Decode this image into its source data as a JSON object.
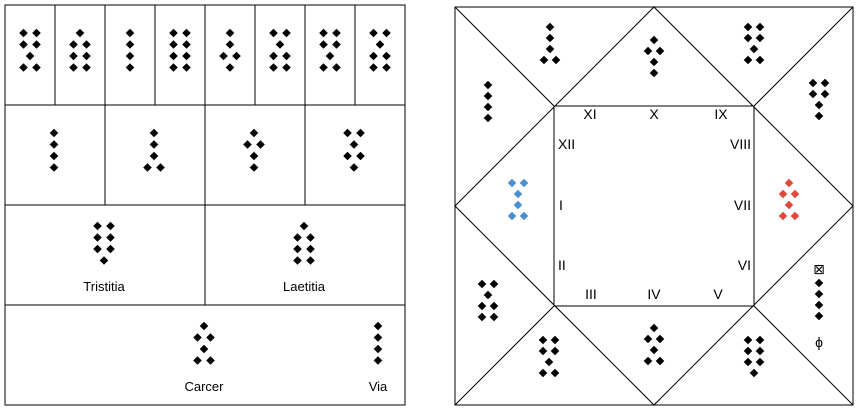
{
  "shield": {
    "mothers": [
      {
        "rows": [
          2,
          2,
          1,
          2
        ]
      },
      {
        "rows": [
          1,
          2,
          2,
          2
        ]
      },
      {
        "rows": [
          1,
          1,
          1,
          1
        ]
      },
      {
        "rows": [
          2,
          2,
          2,
          2
        ]
      },
      {
        "rows": [
          1,
          1,
          2,
          1
        ]
      },
      {
        "rows": [
          2,
          1,
          2,
          2
        ]
      },
      {
        "rows": [
          2,
          2,
          1,
          2
        ]
      },
      {
        "rows": [
          2,
          1,
          2,
          2
        ]
      }
    ],
    "nieces": [
      {
        "rows": [
          1,
          1,
          1,
          1
        ]
      },
      {
        "rows": [
          1,
          1,
          1,
          2
        ]
      },
      {
        "rows": [
          1,
          2,
          1,
          1
        ]
      },
      {
        "rows": [
          2,
          1,
          2,
          1
        ]
      }
    ],
    "witnesses": [
      {
        "label": "Tristitia",
        "rows": [
          2,
          2,
          2,
          1
        ]
      },
      {
        "label": "Laetitia",
        "rows": [
          1,
          2,
          2,
          2
        ]
      }
    ],
    "judge": {
      "label": "Carcer",
      "rows": [
        1,
        2,
        1,
        2
      ]
    },
    "reconciler": {
      "label": "Via",
      "rows": [
        1,
        1,
        1,
        1
      ]
    }
  },
  "chart": {
    "house_numerals": [
      "I",
      "II",
      "III",
      "IV",
      "V",
      "VI",
      "VII",
      "VIII",
      "IX",
      "X",
      "XI",
      "XII"
    ],
    "house_figures": [
      {
        "house": "I",
        "rows": [
          2,
          1,
          1,
          2
        ],
        "color": "#4a8fd4"
      },
      {
        "house": "II",
        "rows": [
          2,
          1,
          2,
          2
        ]
      },
      {
        "house": "III",
        "rows": [
          2,
          2,
          1,
          2
        ]
      },
      {
        "house": "IV",
        "rows": [
          1,
          2,
          1,
          2
        ]
      },
      {
        "house": "V",
        "rows": [
          2,
          2,
          2,
          1
        ]
      },
      {
        "house": "VI",
        "rows": [
          1,
          1,
          1,
          1
        ]
      },
      {
        "house": "VII",
        "rows": [
          1,
          2,
          1,
          2
        ],
        "color": "#e0483a"
      },
      {
        "house": "VIII",
        "rows": [
          2,
          2,
          1,
          1
        ]
      },
      {
        "house": "IX",
        "rows": [
          2,
          2,
          1,
          2
        ]
      },
      {
        "house": "X",
        "rows": [
          1,
          2,
          1,
          1
        ]
      },
      {
        "house": "XI",
        "rows": [
          1,
          1,
          1,
          2
        ]
      },
      {
        "house": "XII",
        "rows": [
          1,
          1,
          1,
          1
        ]
      }
    ],
    "symbols": {
      "top": "⊠",
      "bottom": "ϕ"
    }
  }
}
